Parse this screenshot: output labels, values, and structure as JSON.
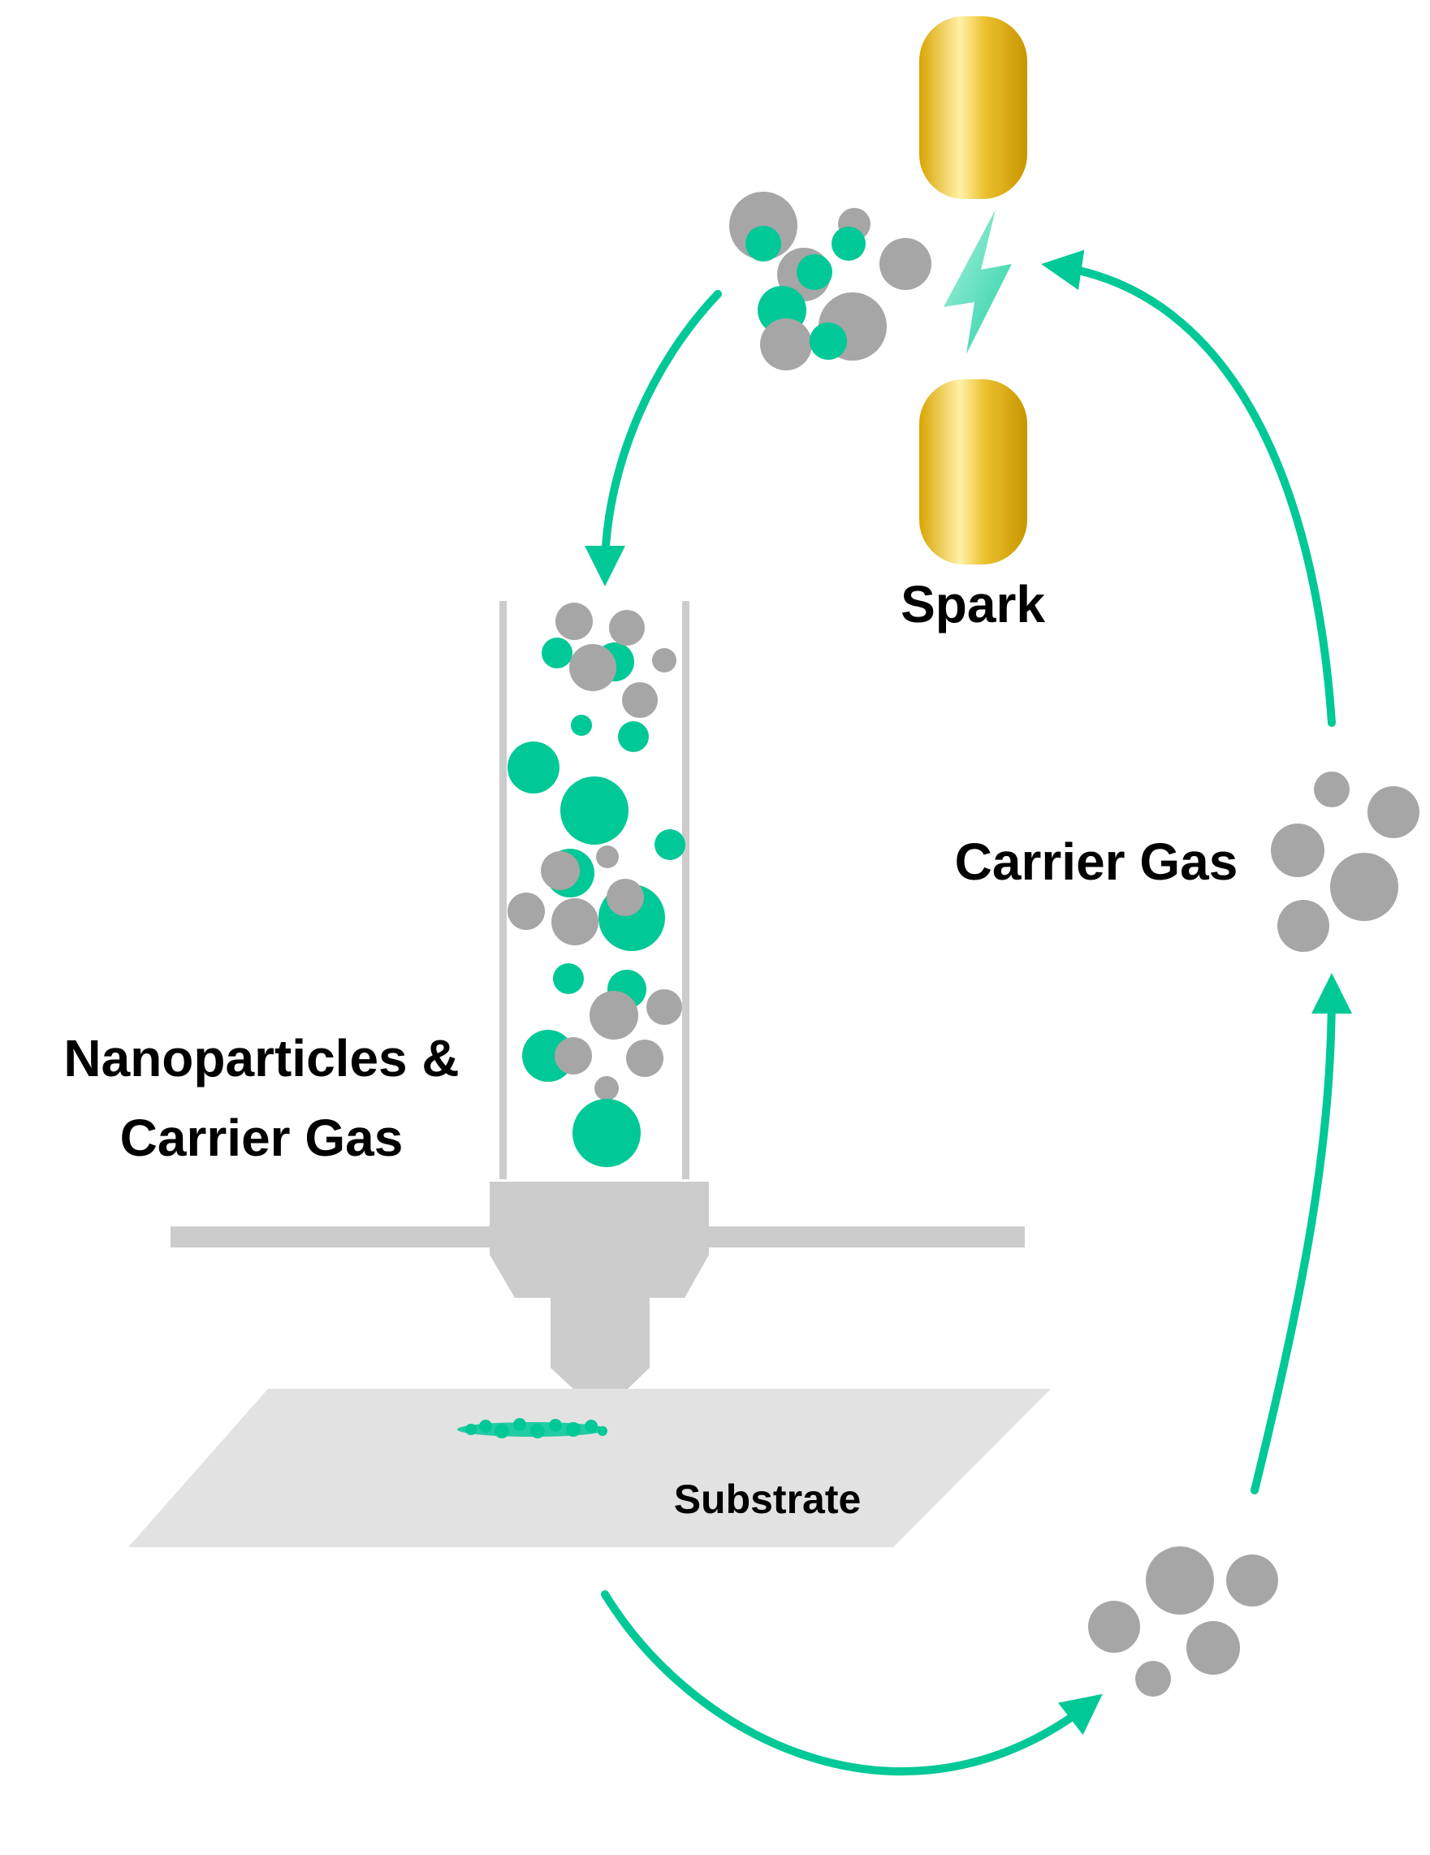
{
  "labels": {
    "spark": "Spark",
    "carrier_gas": "Carrier Gas",
    "nanoparticles_line1": "Nanoparticles &",
    "nanoparticles_line2": "Carrier Gas",
    "substrate": "Substrate"
  },
  "colors": {
    "accent": "#00C896",
    "particle_gray": "#A6A6A6",
    "tube_gray": "#CCCCCC",
    "substrate_gray": "#E2E2E2",
    "electrode_gold": "#E6B800",
    "text": "#000000"
  }
}
